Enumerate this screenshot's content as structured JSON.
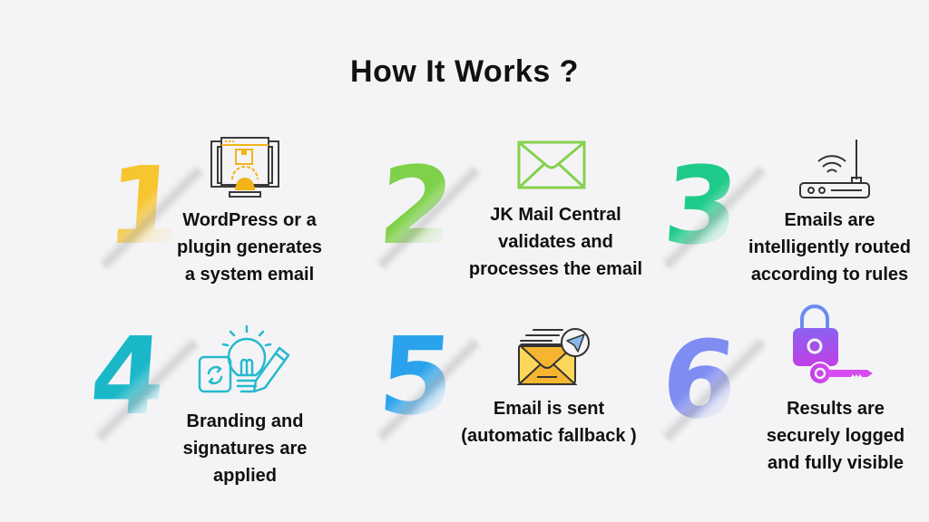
{
  "title": "How It Works ?",
  "colors": {
    "background": "#f4f4f6",
    "step1": "#f7c52f",
    "step2": "#7fd14a",
    "step3": "#1fcb8a",
    "step4": "#1ab7c9",
    "step5": "#2aa3ec",
    "step6": "#7f8cf2"
  },
  "steps": [
    {
      "number": "1",
      "icon": "monitor-gear-icon",
      "lines": [
        "WordPress or a",
        "plugin generates",
        "a system email"
      ]
    },
    {
      "number": "2",
      "icon": "envelope-icon",
      "lines": [
        "JK Mail Central",
        "validates and",
        "processes the email"
      ]
    },
    {
      "number": "3",
      "icon": "router-wifi-icon",
      "lines": [
        "Emails are",
        "intelligently routed",
        "according to rules"
      ]
    },
    {
      "number": "4",
      "icon": "lightbulb-pencil-icon",
      "lines": [
        "Branding and",
        "signatures are",
        "applied"
      ]
    },
    {
      "number": "5",
      "icon": "send-email-icon",
      "lines": [
        "Email is sent",
        "(automatic fallback )"
      ]
    },
    {
      "number": "6",
      "icon": "lock-key-icon",
      "lines": [
        "Results are",
        "securely logged",
        "and fully visible"
      ]
    }
  ]
}
